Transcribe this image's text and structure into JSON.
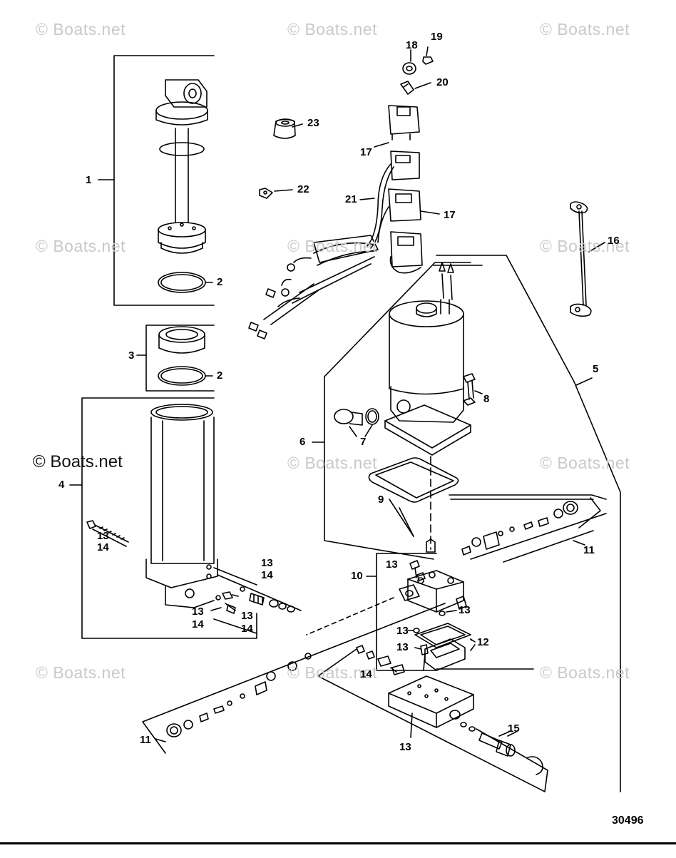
{
  "watermark": "© Boats.net",
  "drawing_number": "30496",
  "callouts": {
    "c1": "1",
    "c2a": "2",
    "c2b": "2",
    "c3": "3",
    "c4": "4",
    "c5": "5",
    "c6": "6",
    "c7": "7",
    "c8": "8",
    "c9": "9",
    "c10": "10",
    "c11a": "11",
    "c11b": "11",
    "c12": "12",
    "c13a": "13",
    "c13b": "13",
    "c13c": "13",
    "c13d": "13",
    "c13e": "13",
    "c13f": "13",
    "c13g": "13",
    "c13h": "13",
    "c13i": "13",
    "c14a": "14",
    "c14b": "14",
    "c14c": "14",
    "c14d": "14",
    "c14e": "14",
    "c15": "15",
    "c16": "16",
    "c17a": "17",
    "c17b": "17",
    "c18": "18",
    "c19": "19",
    "c20": "20",
    "c21": "21",
    "c22": "22",
    "c23": "23"
  }
}
